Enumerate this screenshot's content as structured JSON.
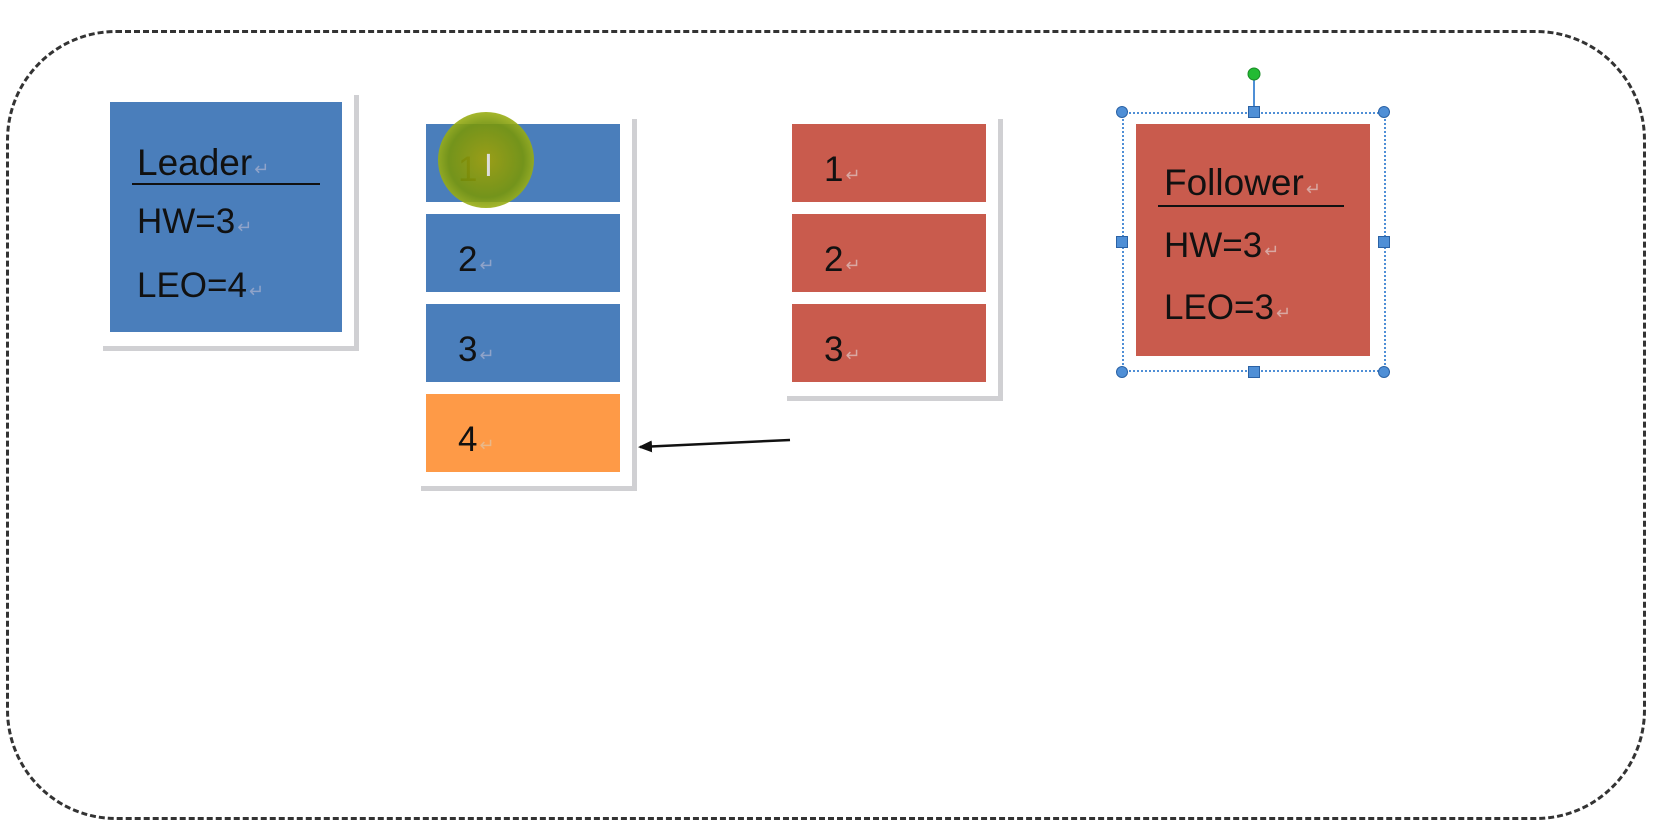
{
  "leader": {
    "title": "Leader",
    "hw": "HW=3",
    "leo": "LEO=4"
  },
  "follower": {
    "title": "Follower",
    "hw": "HW=3",
    "leo": "LEO=3"
  },
  "leader_log": [
    {
      "label": "1",
      "state": "committed"
    },
    {
      "label": "2",
      "state": "committed"
    },
    {
      "label": "3",
      "state": "committed"
    },
    {
      "label": "4",
      "state": "new"
    }
  ],
  "follower_log": [
    {
      "label": "1"
    },
    {
      "label": "2"
    },
    {
      "label": "3"
    }
  ],
  "paragraph_mark": "↵",
  "icons": {
    "cursor": "text-cursor-icon"
  },
  "colors": {
    "leader_blue": "#4a7ebb",
    "follower_red": "#c95b4d",
    "new_entry_orange": "#fe9a47",
    "selection_handle": "#4f8fd6",
    "rotate_handle": "#22bb33"
  }
}
